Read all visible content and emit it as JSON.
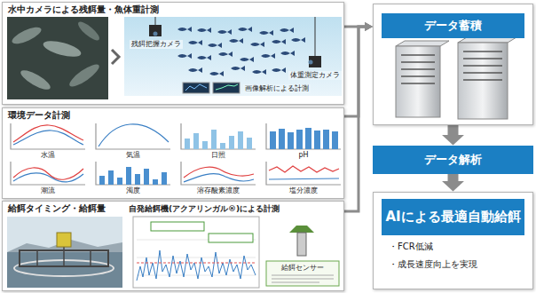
{
  "diagram": {
    "nodes": [
      {
        "text": [
          "水中カメラによる残餌量・魚体重計測"
        ]
      },
      {
        "text": [
          "環境データ計測"
        ]
      },
      {
        "text": [
          "給餌タイミング・給餌量",
          "自発給餌機(アクアリンガル®)による計測"
        ]
      },
      {
        "text": [
          "データ蓄積"
        ]
      },
      {
        "text": [
          "データ解析"
        ]
      },
      {
        "text": [
          "AIによる最適自動給餌",
          "・FCR低減",
          "・成長速度向上を実現"
        ]
      }
    ],
    "edges": [
      {
        "from": 0,
        "to": 3,
        "arrow": "to"
      },
      {
        "from": 1,
        "to": 3,
        "arrow": "to"
      },
      {
        "from": 2,
        "to": 3,
        "arrow": "to"
      },
      {
        "from": 3,
        "to": 4,
        "arrow": "to"
      },
      {
        "from": 4,
        "to": 5,
        "arrow": "to"
      }
    ],
    "labels": [
      "残餌把握カメラ",
      "体重測定カメラ",
      "画像解析による計測",
      "水温",
      "気温",
      "日照",
      "pH",
      "潮流",
      "濁度",
      "溶存酸素濃度",
      "塩分濃度",
      "給餌センサー"
    ]
  }
}
